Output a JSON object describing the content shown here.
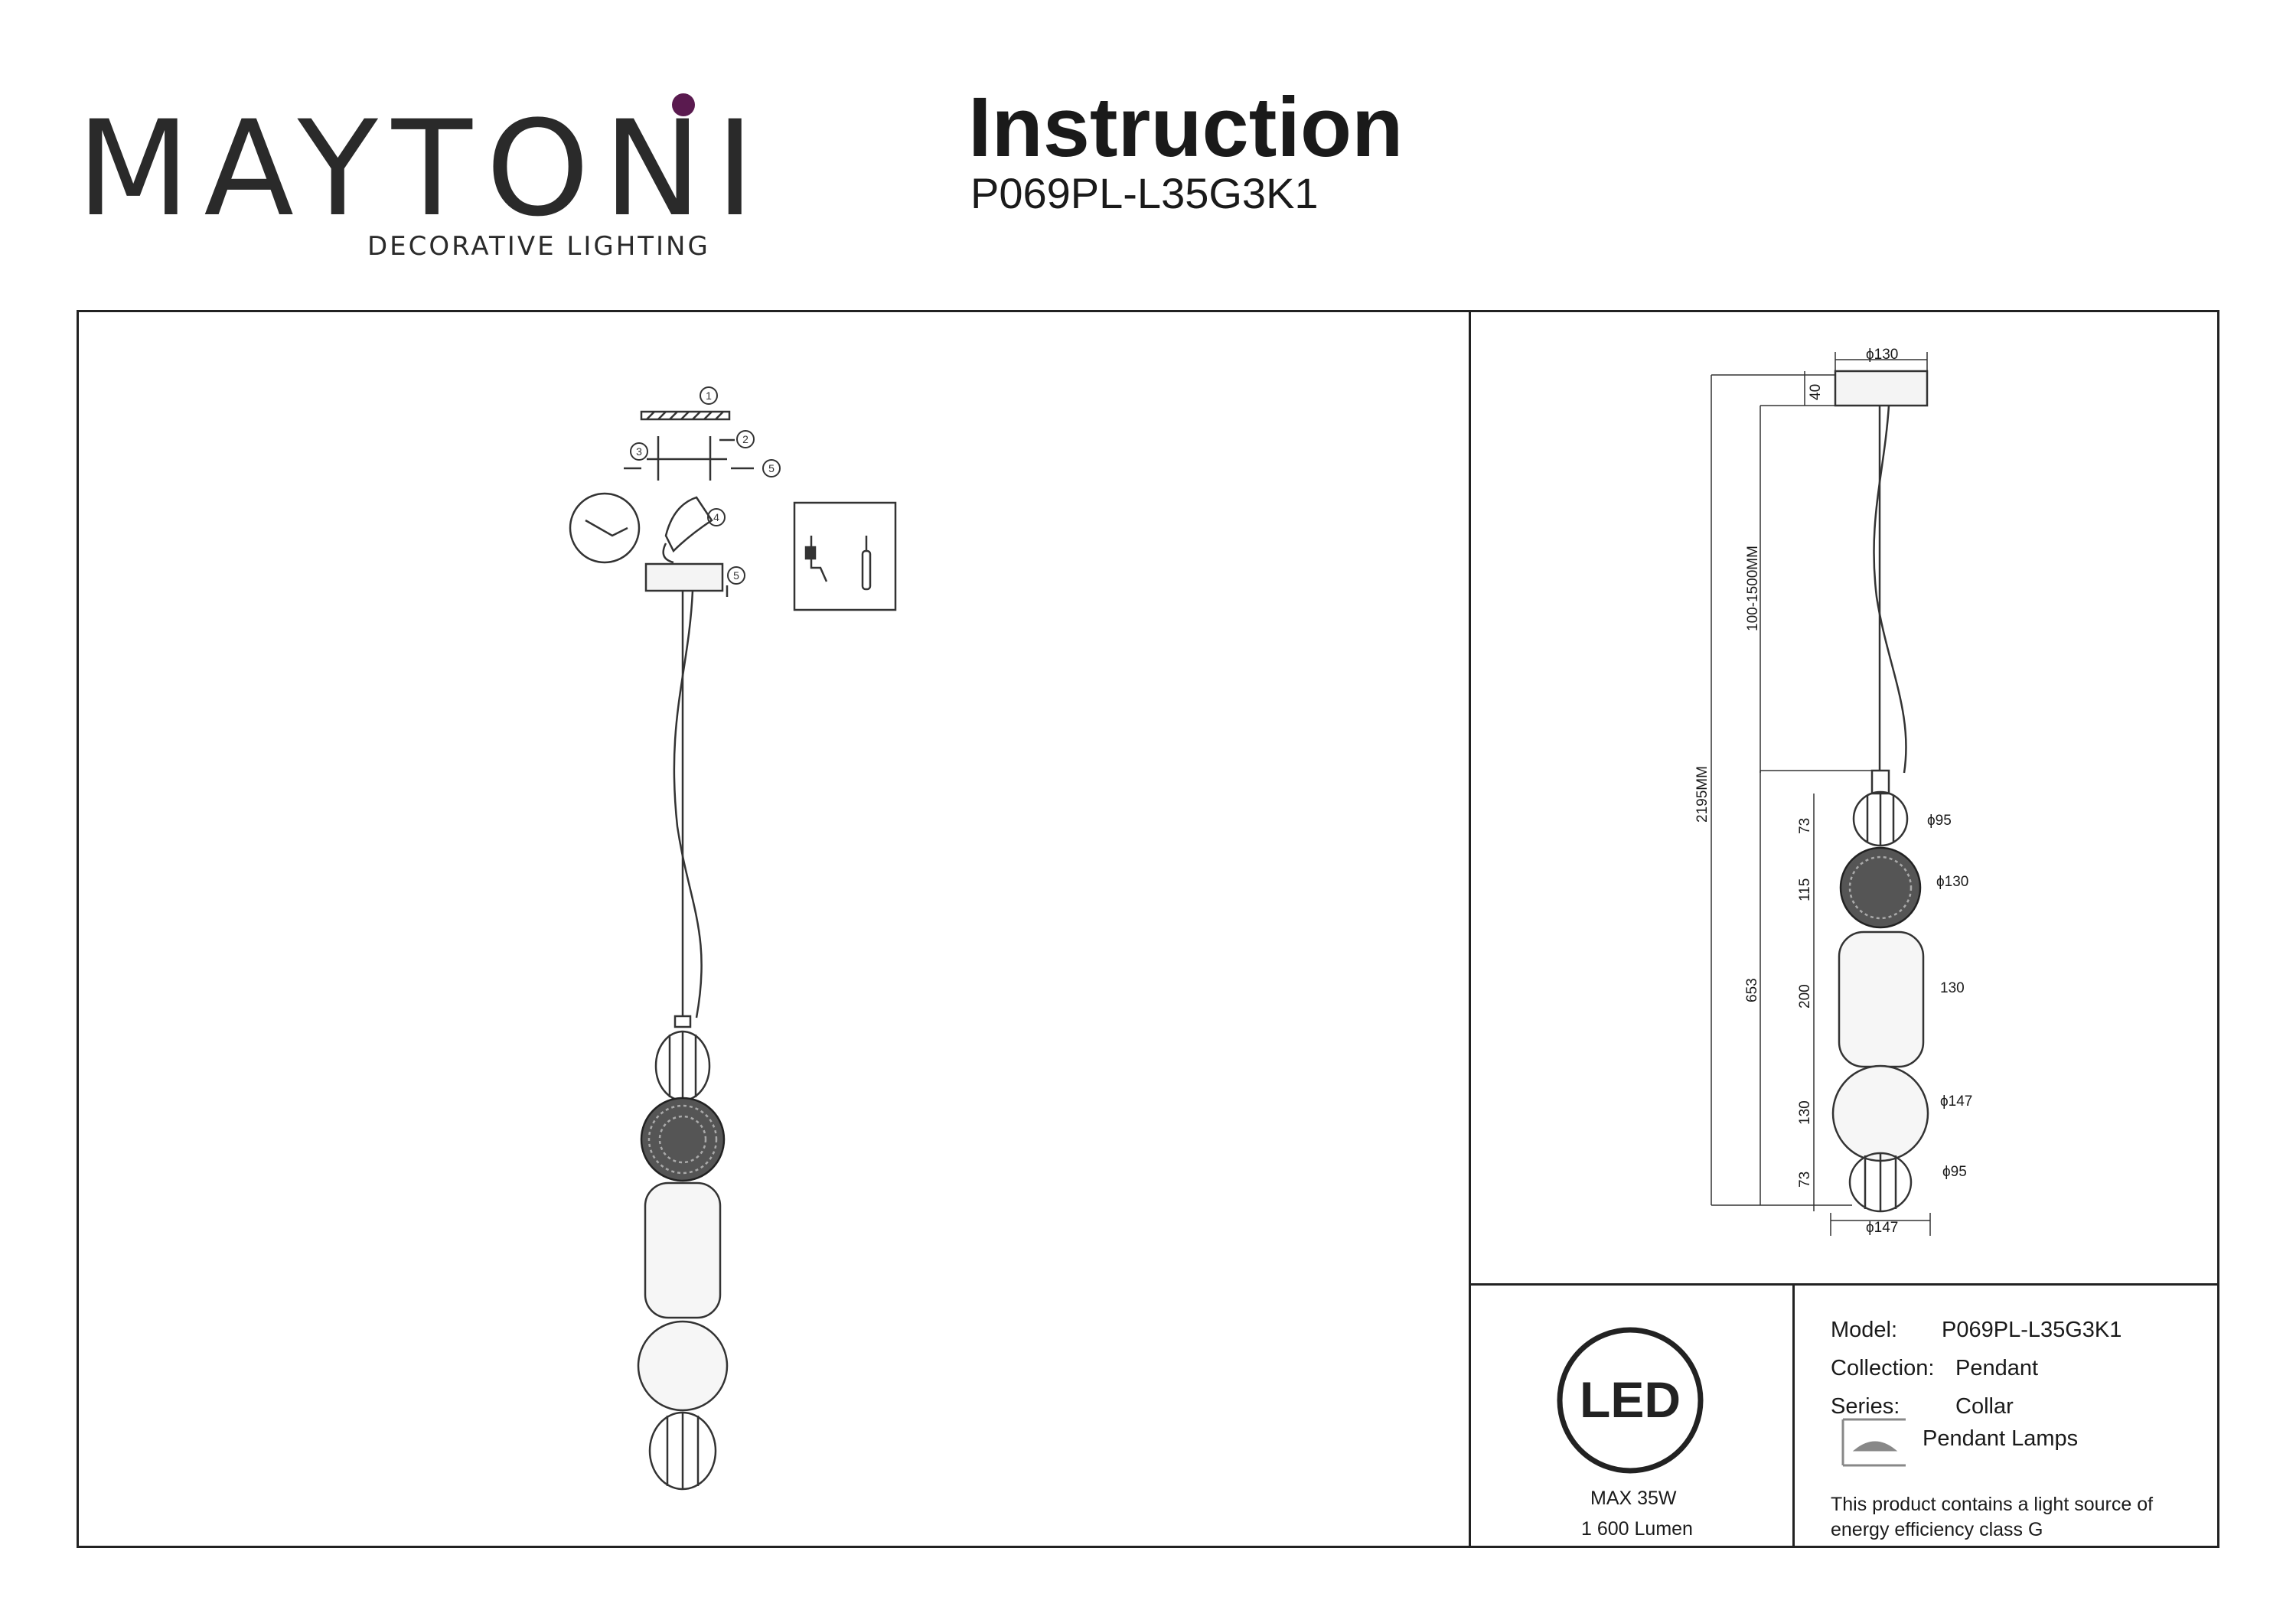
{
  "brand": {
    "name": "MAYTONI",
    "tagline": "DECORATIVE LIGHTING",
    "accent_color": "#5a1a4f"
  },
  "header": {
    "title": "Instruction",
    "model": "P069PL-L35G3K1"
  },
  "installation": {
    "step_numbers": [
      "1",
      "2",
      "3",
      "4",
      "5",
      "5"
    ]
  },
  "dimensions": {
    "canopy_diameter": "ϕ130",
    "canopy_height": "40",
    "cable_length": "100-1500MM",
    "total_height": "2195MM",
    "body_height": "653",
    "segments": [
      {
        "height": "73",
        "diameter": "ϕ95"
      },
      {
        "height": "115",
        "diameter": "ϕ130"
      },
      {
        "height": "200",
        "diameter": "130"
      },
      {
        "height": "130",
        "diameter": "ϕ147"
      },
      {
        "height": "73",
        "diameter": "ϕ95"
      }
    ],
    "bottom_diameter": "ϕ147"
  },
  "led_badge": {
    "text": "LED",
    "power": "MAX 35W",
    "lumen": "1 600 Lumen"
  },
  "specs": {
    "model_label": "Model:",
    "model_value": "P069PL-L35G3K1",
    "collection_label": "Collection:",
    "collection_value": "Pendant",
    "series_label": "Series:",
    "series_value": "Collar",
    "type_value": "Pendant Lamps",
    "energy_line1": "This product contains a light source of",
    "energy_line2": "energy efficiency class G"
  }
}
